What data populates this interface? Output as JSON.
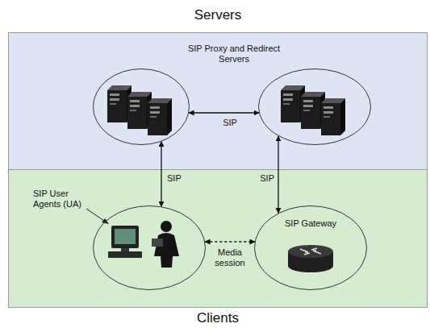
{
  "diagram": {
    "nodes": [
      {
        "text": [
          "Servers"
        ]
      },
      {
        "text": [],
        "in": 0
      },
      {
        "text": [],
        "in": 0
      },
      {
        "text": [
          "Clients"
        ]
      },
      {
        "text": [
          "SIP User Agents (UA)"
        ],
        "in": 3
      },
      {
        "text": [
          "SIP Gateway"
        ],
        "in": 3
      }
    ],
    "edges": [
      {
        "from": 1,
        "to": 2,
        "label": "SIP",
        "arrow": "both"
      },
      {
        "from": 1,
        "to": 4,
        "label": "SIP",
        "arrow": "both"
      },
      {
        "from": 2,
        "to": 5,
        "label": "SIP",
        "arrow": "both"
      },
      {
        "from": 4,
        "to": 5,
        "label": "Media session",
        "arrow": "both"
      }
    ],
    "labels": [
      "SIP Proxy and Redirect Servers"
    ]
  }
}
